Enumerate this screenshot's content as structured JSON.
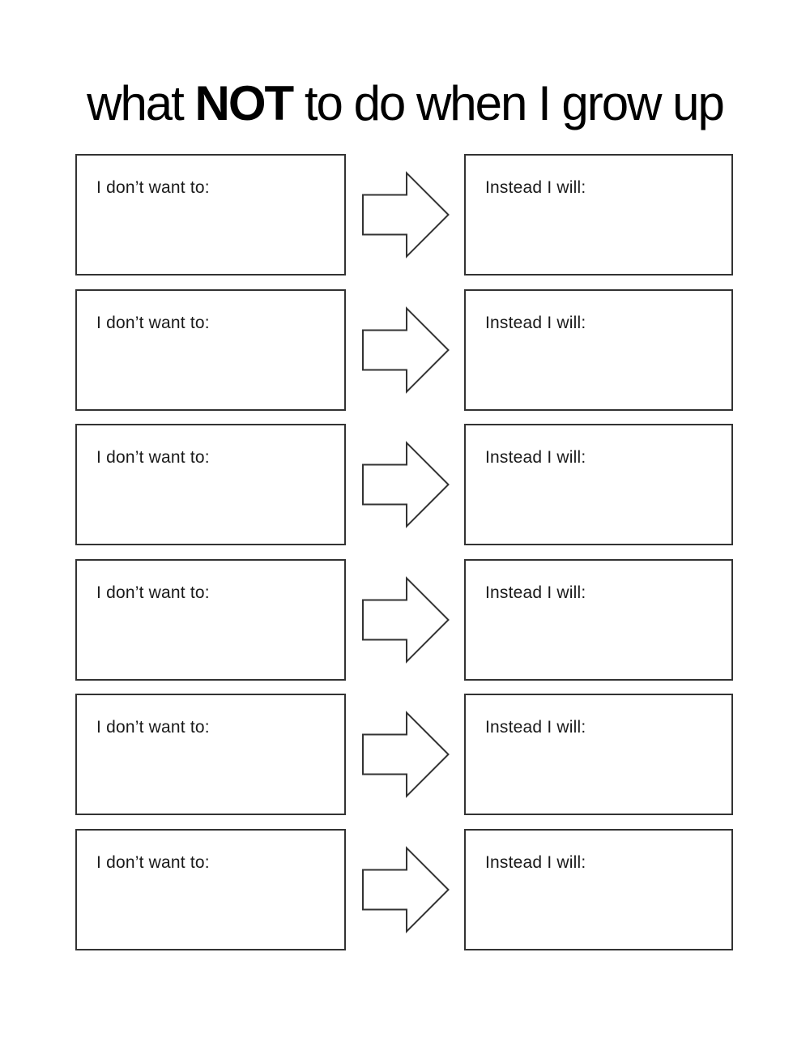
{
  "page": {
    "background": "#ffffff",
    "title": {
      "prefix": "what ",
      "emphasis": "NOT",
      "suffix": " to do when I grow up"
    }
  },
  "worksheet": {
    "colors": {
      "box_border": "#333333",
      "text": "#1a1a1a",
      "arrow_stroke": "#333333",
      "arrow_fill": "#ffffff"
    },
    "arrow_icon": "right-block-arrow",
    "rows": [
      {
        "left_label": "I don’t want to:",
        "right_label": "Instead I will:"
      },
      {
        "left_label": "I don’t want to:",
        "right_label": "Instead I will:"
      },
      {
        "left_label": "I don’t want to:",
        "right_label": "Instead I will:"
      },
      {
        "left_label": "I don’t want to:",
        "right_label": "Instead I will:"
      },
      {
        "left_label": "I don’t want to:",
        "right_label": "Instead I will:"
      },
      {
        "left_label": "I don’t want to:",
        "right_label": "Instead I will:"
      }
    ]
  }
}
